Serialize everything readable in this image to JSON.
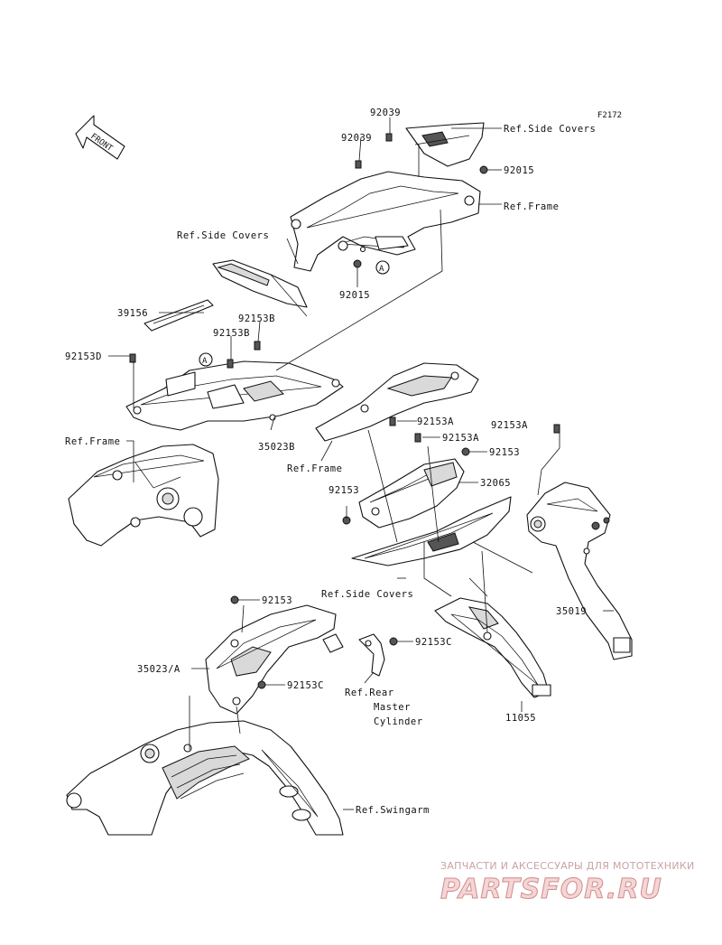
{
  "diagram": {
    "code": "F2172",
    "front_label": "FRONT",
    "callouts": {
      "p92039_top": "92039",
      "p92039_mid": "92039",
      "ref_side_covers_top": "Ref.Side Covers",
      "p92015_right": "92015",
      "ref_frame_top": "Ref.Frame",
      "ref_side_covers_left": "Ref.Side Covers",
      "p92015_bottom": "92015",
      "p39156": "39156",
      "p92153B_a": "92153B",
      "p92153B_b": "92153B",
      "p92153D": "92153D",
      "ref_frame_left": "Ref.Frame",
      "p35023B": "35023B",
      "ref_frame_mid": "Ref.Frame",
      "p92153A_a": "92153A",
      "p92153A_b": "92153A",
      "p92153A_right": "92153A",
      "p92153_a": "92153",
      "p32065": "32065",
      "p92153_b": "92153",
      "ref_side_covers_mid": "Ref.Side Covers",
      "p35019": "35019",
      "p92153_c": "92153",
      "p92153C_a": "92153C",
      "p35023A": "35023/A",
      "p92153C_b": "92153C",
      "ref_rear_1": "Ref.Rear",
      "ref_rear_2": "Master",
      "ref_rear_3": "Cylinder",
      "p11055": "11055",
      "ref_swingarm": "Ref.Swingarm",
      "marker_a": "A"
    }
  },
  "watermark": {
    "tagline": "ЗАПЧАСТИ И АКСЕССУАРЫ ДЛЯ МОТОТЕХНИКИ",
    "brand": "PARTSFOR.RU"
  }
}
